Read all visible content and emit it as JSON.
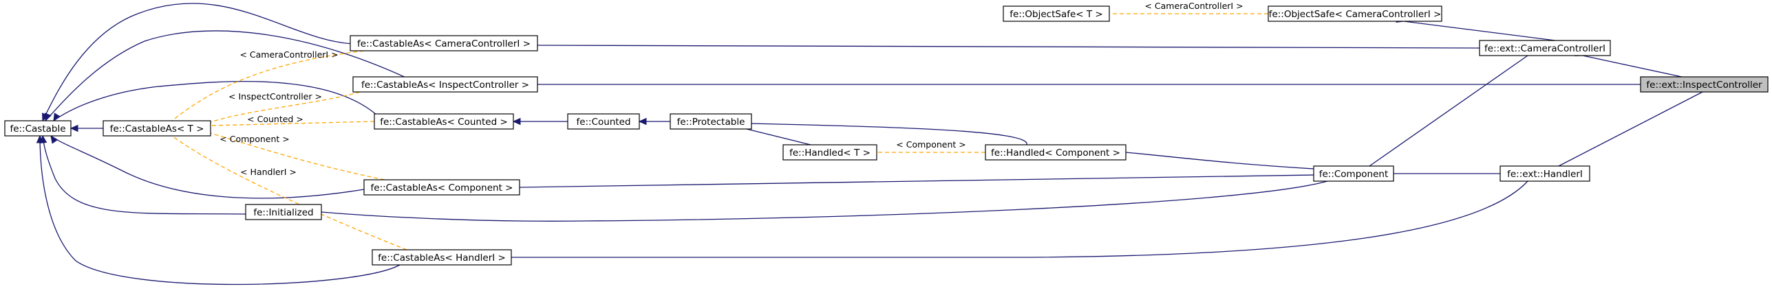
{
  "nodes": [
    {
      "id": "castable",
      "label": "fe::Castable"
    },
    {
      "id": "castableAsT",
      "label": "fe::CastableAs< T >"
    },
    {
      "id": "castableAsCamera",
      "label": "fe::CastableAs< CameraControllerI >"
    },
    {
      "id": "castableAsInspect",
      "label": "fe::CastableAs< InspectController >"
    },
    {
      "id": "castableAsCounted",
      "label": "fe::CastableAs< Counted >"
    },
    {
      "id": "castableAsComponent",
      "label": "fe::CastableAs< Component >"
    },
    {
      "id": "castableAsHandler",
      "label": "fe::CastableAs< HandlerI >"
    },
    {
      "id": "initialized",
      "label": "fe::Initialized"
    },
    {
      "id": "counted",
      "label": "fe::Counted"
    },
    {
      "id": "protectable",
      "label": "fe::Protectable"
    },
    {
      "id": "handledT",
      "label": "fe::Handled< T >"
    },
    {
      "id": "handledComponent",
      "label": "fe::Handled< Component >"
    },
    {
      "id": "component",
      "label": "fe::Component"
    },
    {
      "id": "objectSafeT",
      "label": "fe::ObjectSafe< T >"
    },
    {
      "id": "objectSafeCamera",
      "label": "fe::ObjectSafe< CameraControllerI >"
    },
    {
      "id": "cameraController",
      "label": "fe::ext::CameraControllerI"
    },
    {
      "id": "handlerI",
      "label": "fe::ext::HandlerI"
    },
    {
      "id": "inspectController",
      "label": "fe::ext::InspectController",
      "highlight": true
    }
  ],
  "edges": [
    {
      "id": "e1",
      "from": "castable",
      "to": "castableAsT",
      "kind": "inherit"
    },
    {
      "id": "e2",
      "from": "castable",
      "to": "castableAsCamera",
      "kind": "inherit"
    },
    {
      "id": "e3",
      "from": "castable",
      "to": "castableAsInspect",
      "kind": "inherit"
    },
    {
      "id": "e4",
      "from": "castable",
      "to": "castableAsCounted",
      "kind": "inherit"
    },
    {
      "id": "e5",
      "from": "castable",
      "to": "castableAsComponent",
      "kind": "inherit"
    },
    {
      "id": "e6",
      "from": "castable",
      "to": "initialized",
      "kind": "inherit"
    },
    {
      "id": "e7",
      "from": "castable",
      "to": "castableAsHandler",
      "kind": "inherit"
    },
    {
      "id": "e8",
      "from": "castableAsT",
      "to": "castableAsCamera",
      "kind": "template",
      "label": "< CameraControllerI >"
    },
    {
      "id": "e9",
      "from": "castableAsT",
      "to": "castableAsInspect",
      "kind": "template",
      "label": "< InspectController >"
    },
    {
      "id": "e10",
      "from": "castableAsT",
      "to": "castableAsCounted",
      "kind": "template",
      "label": "< Counted >"
    },
    {
      "id": "e11",
      "from": "castableAsT",
      "to": "castableAsComponent",
      "kind": "template",
      "label": "< Component >"
    },
    {
      "id": "e12",
      "from": "castableAsT",
      "to": "castableAsHandler",
      "kind": "template",
      "label": "< HandlerI >"
    },
    {
      "id": "e13",
      "from": "castableAsCounted",
      "to": "counted",
      "kind": "inherit"
    },
    {
      "id": "e14",
      "from": "counted",
      "to": "protectable",
      "kind": "inherit"
    },
    {
      "id": "e15",
      "from": "protectable",
      "to": "handledT",
      "kind": "inherit"
    },
    {
      "id": "e16",
      "from": "protectable",
      "to": "handledComponent",
      "kind": "inherit"
    },
    {
      "id": "e17",
      "from": "handledT",
      "to": "handledComponent",
      "kind": "template",
      "label": "< Component >"
    },
    {
      "id": "e18",
      "from": "handledComponent",
      "to": "component",
      "kind": "inherit"
    },
    {
      "id": "e19",
      "from": "castableAsComponent",
      "to": "component",
      "kind": "inherit"
    },
    {
      "id": "e20",
      "from": "initialized",
      "to": "component",
      "kind": "inherit"
    },
    {
      "id": "e21",
      "from": "objectSafeT",
      "to": "objectSafeCamera",
      "kind": "template",
      "label": "< CameraControllerI >"
    },
    {
      "id": "e22",
      "from": "objectSafeCamera",
      "to": "cameraController",
      "kind": "inherit"
    },
    {
      "id": "e23",
      "from": "castableAsCamera",
      "to": "cameraController",
      "kind": "inherit"
    },
    {
      "id": "e24",
      "from": "component",
      "to": "cameraController",
      "kind": "inherit"
    },
    {
      "id": "e25",
      "from": "component",
      "to": "handlerI",
      "kind": "inherit"
    },
    {
      "id": "e26",
      "from": "castableAsHandler",
      "to": "handlerI",
      "kind": "inherit"
    },
    {
      "id": "e27",
      "from": "cameraController",
      "to": "inspectController",
      "kind": "inherit"
    },
    {
      "id": "e28",
      "from": "castableAsInspect",
      "to": "inspectController",
      "kind": "inherit"
    },
    {
      "id": "e29",
      "from": "handlerI",
      "to": "inspectController",
      "kind": "inherit"
    }
  ]
}
